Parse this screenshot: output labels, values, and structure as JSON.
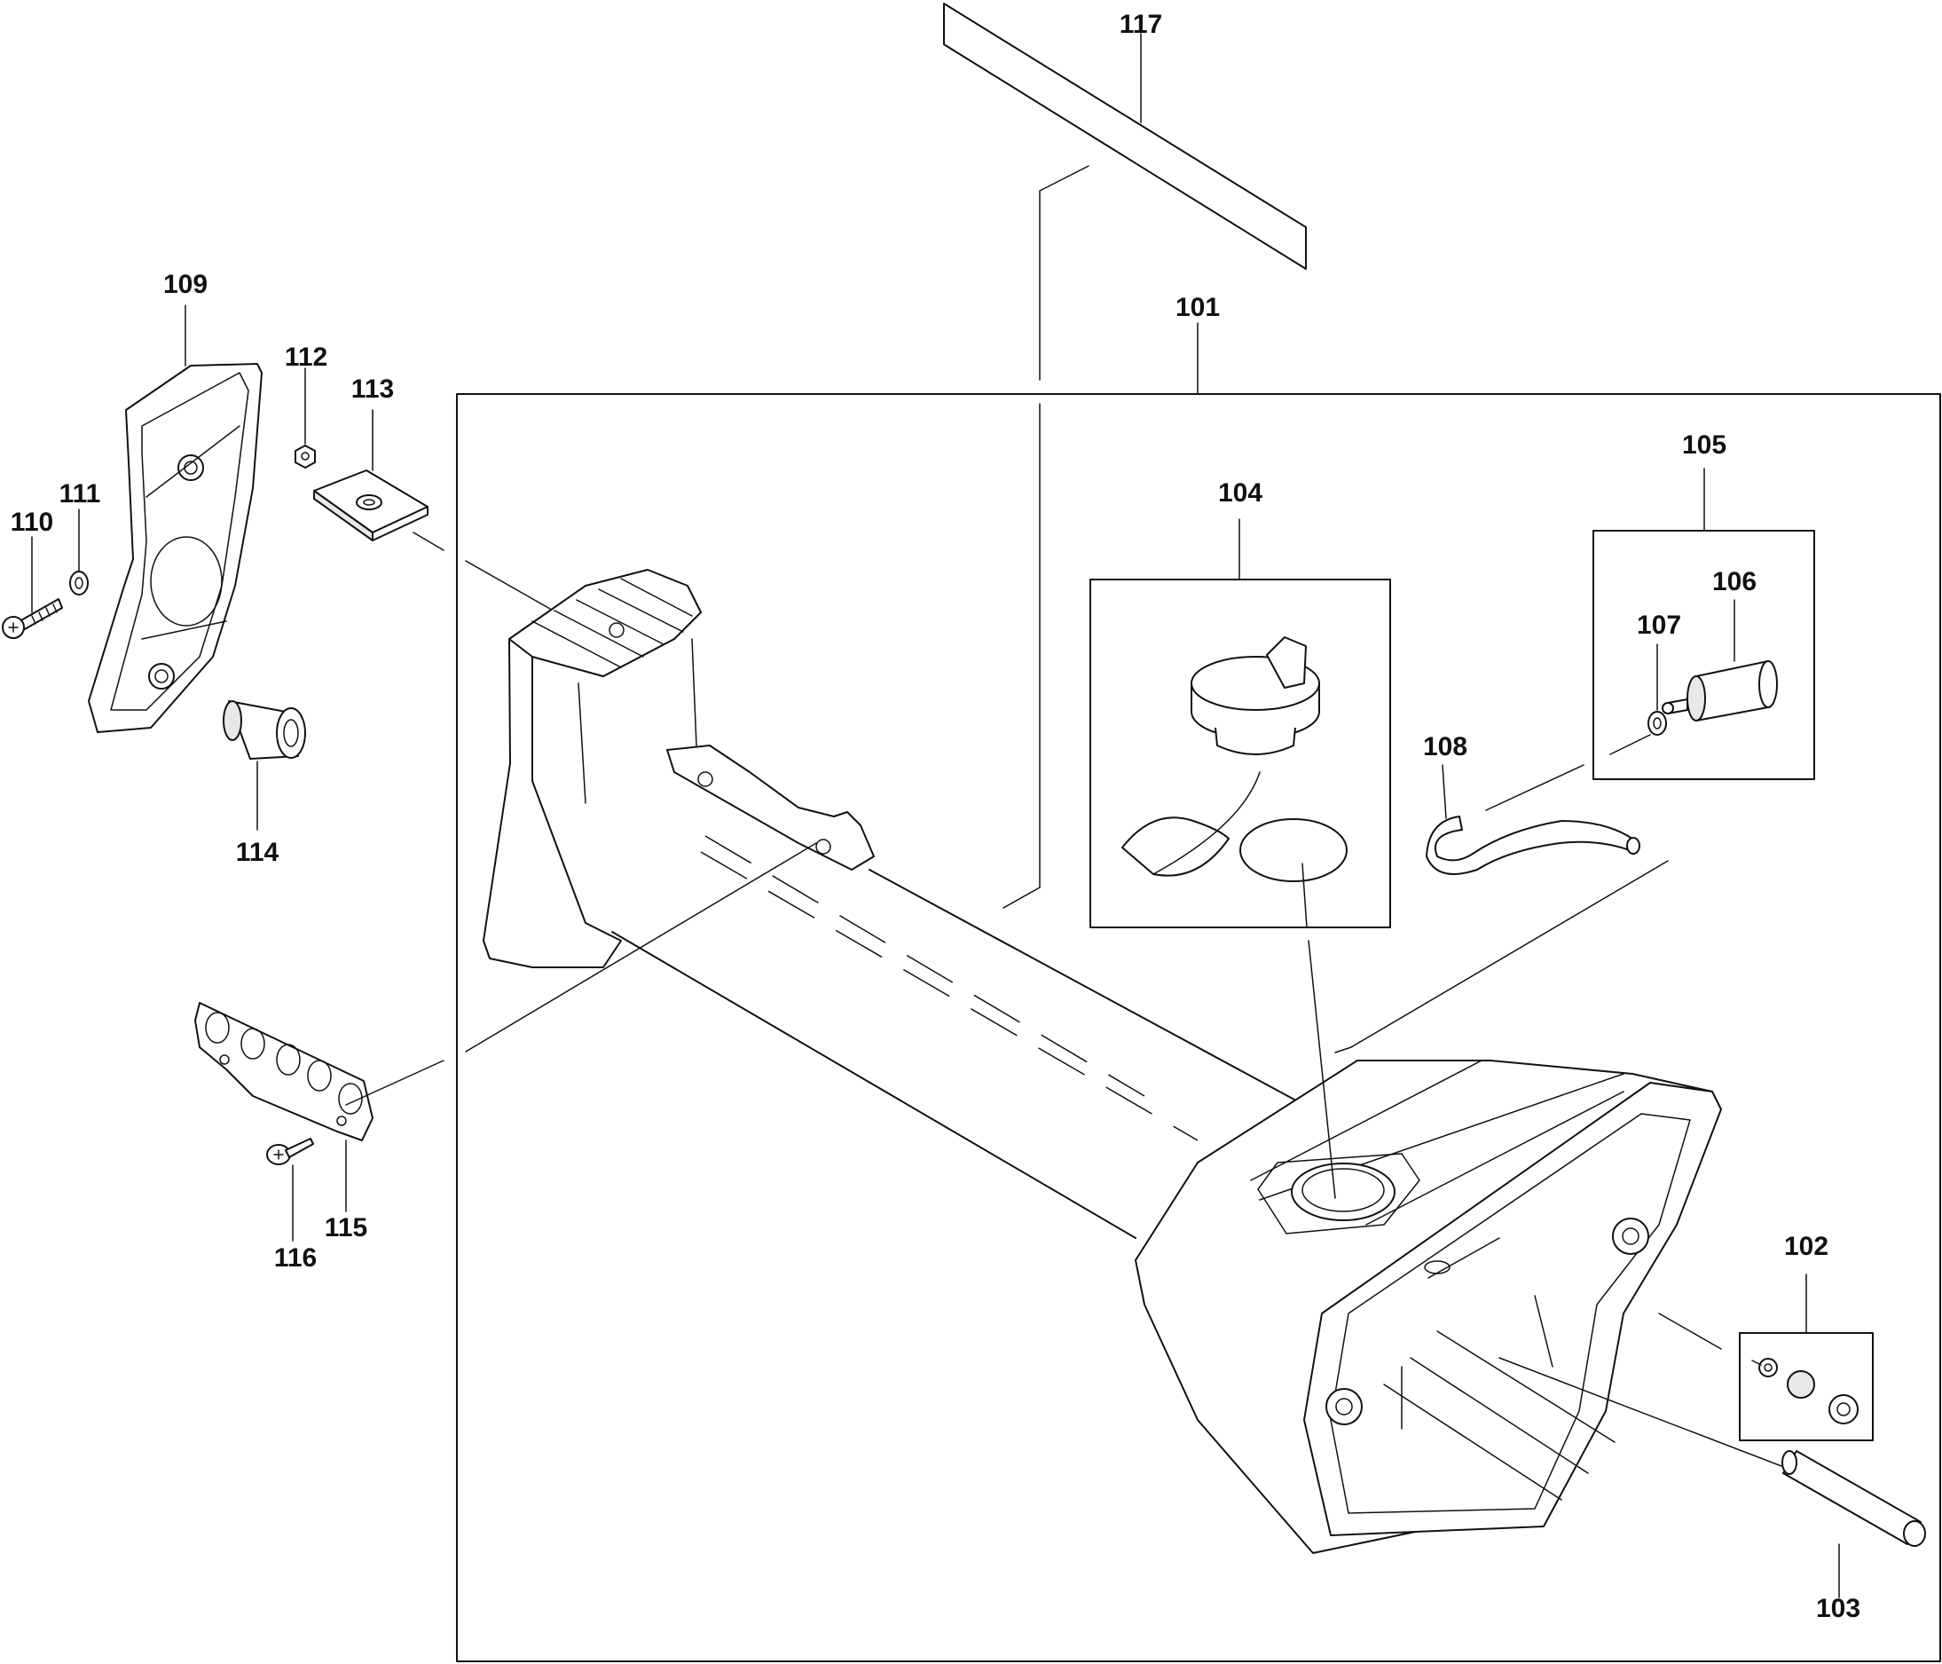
{
  "parts": [
    {
      "id": "part-101",
      "label": "101"
    },
    {
      "id": "part-102",
      "label": "102"
    },
    {
      "id": "part-103",
      "label": "103"
    },
    {
      "id": "part-104",
      "label": "104"
    },
    {
      "id": "part-105",
      "label": "105"
    },
    {
      "id": "part-106",
      "label": "106"
    },
    {
      "id": "part-107",
      "label": "107"
    },
    {
      "id": "part-108",
      "label": "108"
    },
    {
      "id": "part-109",
      "label": "109"
    },
    {
      "id": "part-110",
      "label": "110"
    },
    {
      "id": "part-111",
      "label": "111"
    },
    {
      "id": "part-112",
      "label": "112"
    },
    {
      "id": "part-113",
      "label": "113"
    },
    {
      "id": "part-114",
      "label": "114"
    },
    {
      "id": "part-115",
      "label": "115"
    },
    {
      "id": "part-116",
      "label": "116"
    },
    {
      "id": "part-117",
      "label": "117"
    }
  ]
}
